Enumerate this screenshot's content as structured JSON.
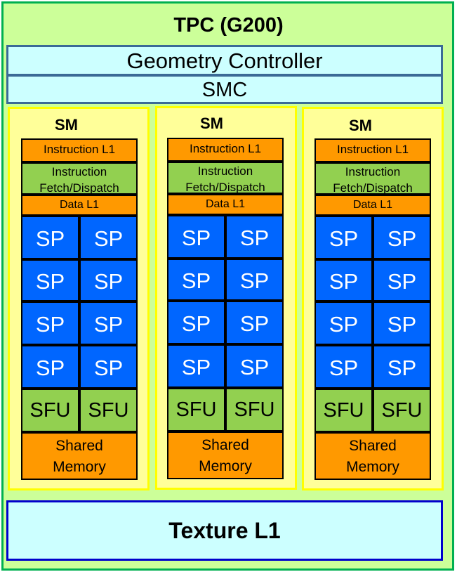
{
  "title": "TPC (G200)",
  "geometry_controller": "Geometry Controller",
  "smc": "SMC",
  "sms": [
    {
      "label": "SM",
      "instruction_l1": "Instruction L1",
      "fetch_dispatch": [
        "Instruction",
        "Fetch/Dispatch"
      ],
      "data_l1": "Data L1",
      "sp_units": [
        "SP",
        "SP",
        "SP",
        "SP",
        "SP",
        "SP",
        "SP",
        "SP"
      ],
      "sfu_units": [
        "SFU",
        "SFU"
      ],
      "shared_memory": [
        "Shared",
        "Memory"
      ]
    },
    {
      "label": "SM",
      "instruction_l1": "Instruction L1",
      "fetch_dispatch": [
        "Instruction",
        "Fetch/Dispatch"
      ],
      "data_l1": "Data L1",
      "sp_units": [
        "SP",
        "SP",
        "SP",
        "SP",
        "SP",
        "SP",
        "SP",
        "SP"
      ],
      "sfu_units": [
        "SFU",
        "SFU"
      ],
      "shared_memory": [
        "Shared",
        "Memory"
      ]
    },
    {
      "label": "SM",
      "instruction_l1": "Instruction L1",
      "fetch_dispatch": [
        "Instruction",
        "Fetch/Dispatch"
      ],
      "data_l1": "Data L1",
      "sp_units": [
        "SP",
        "SP",
        "SP",
        "SP",
        "SP",
        "SP",
        "SP",
        "SP"
      ],
      "sfu_units": [
        "SFU",
        "SFU"
      ],
      "shared_memory": [
        "Shared",
        "Memory"
      ]
    }
  ],
  "texture_l1": "Texture L1",
  "colors": {
    "tpc_bg": "#ccff99",
    "tpc_border": "#00b050",
    "sm_bg": "#ffff99",
    "orange": "#ff9900",
    "green": "#92d050",
    "blue": "#0066ff",
    "light_cyan": "#ccffff"
  }
}
